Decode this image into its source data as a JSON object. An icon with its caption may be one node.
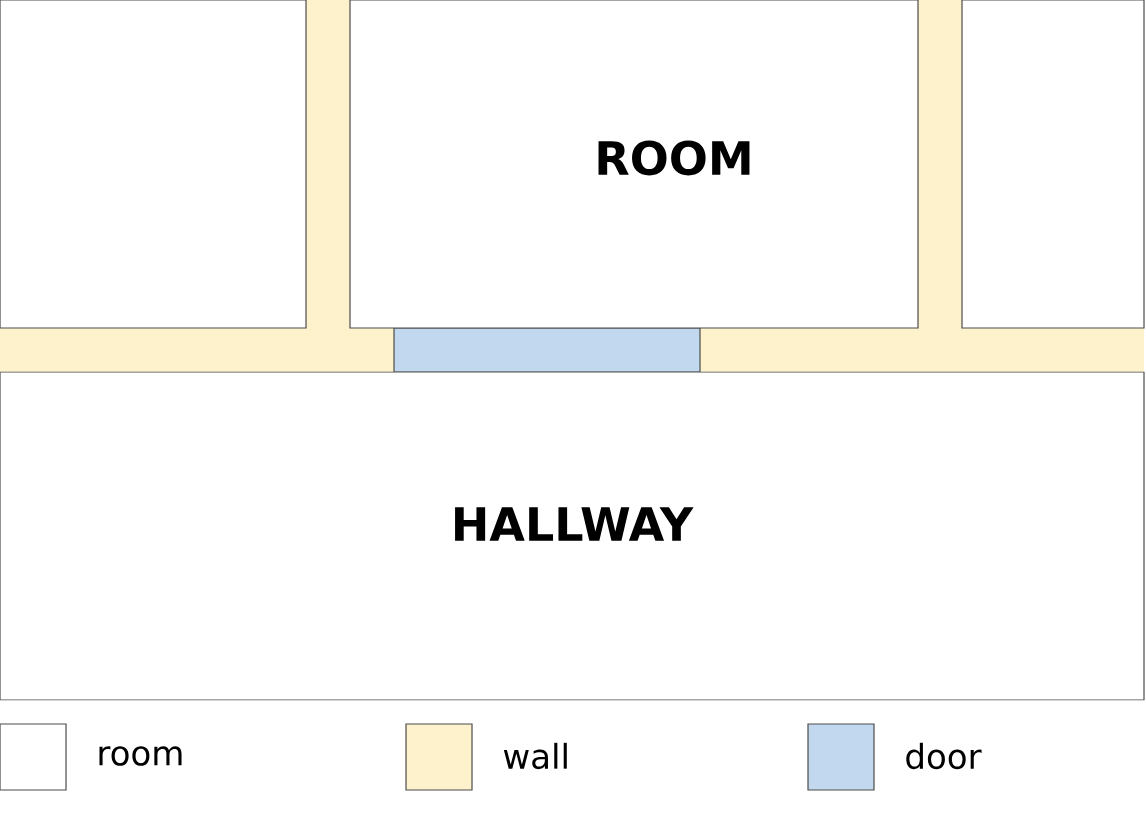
{
  "diagram": {
    "nodes": [
      {
        "text": [],
        "shape": "box"
      },
      {
        "text": [
          "ROOM"
        ]
      },
      {
        "text": [],
        "shape": "box"
      },
      {
        "text": [
          "HALLWAY"
        ]
      }
    ],
    "legend": [
      {
        "text": "room"
      },
      {
        "text": "wall",
        "color": "#fdf2cc"
      },
      {
        "text": "door",
        "color": "#c2d8ee"
      }
    ]
  }
}
